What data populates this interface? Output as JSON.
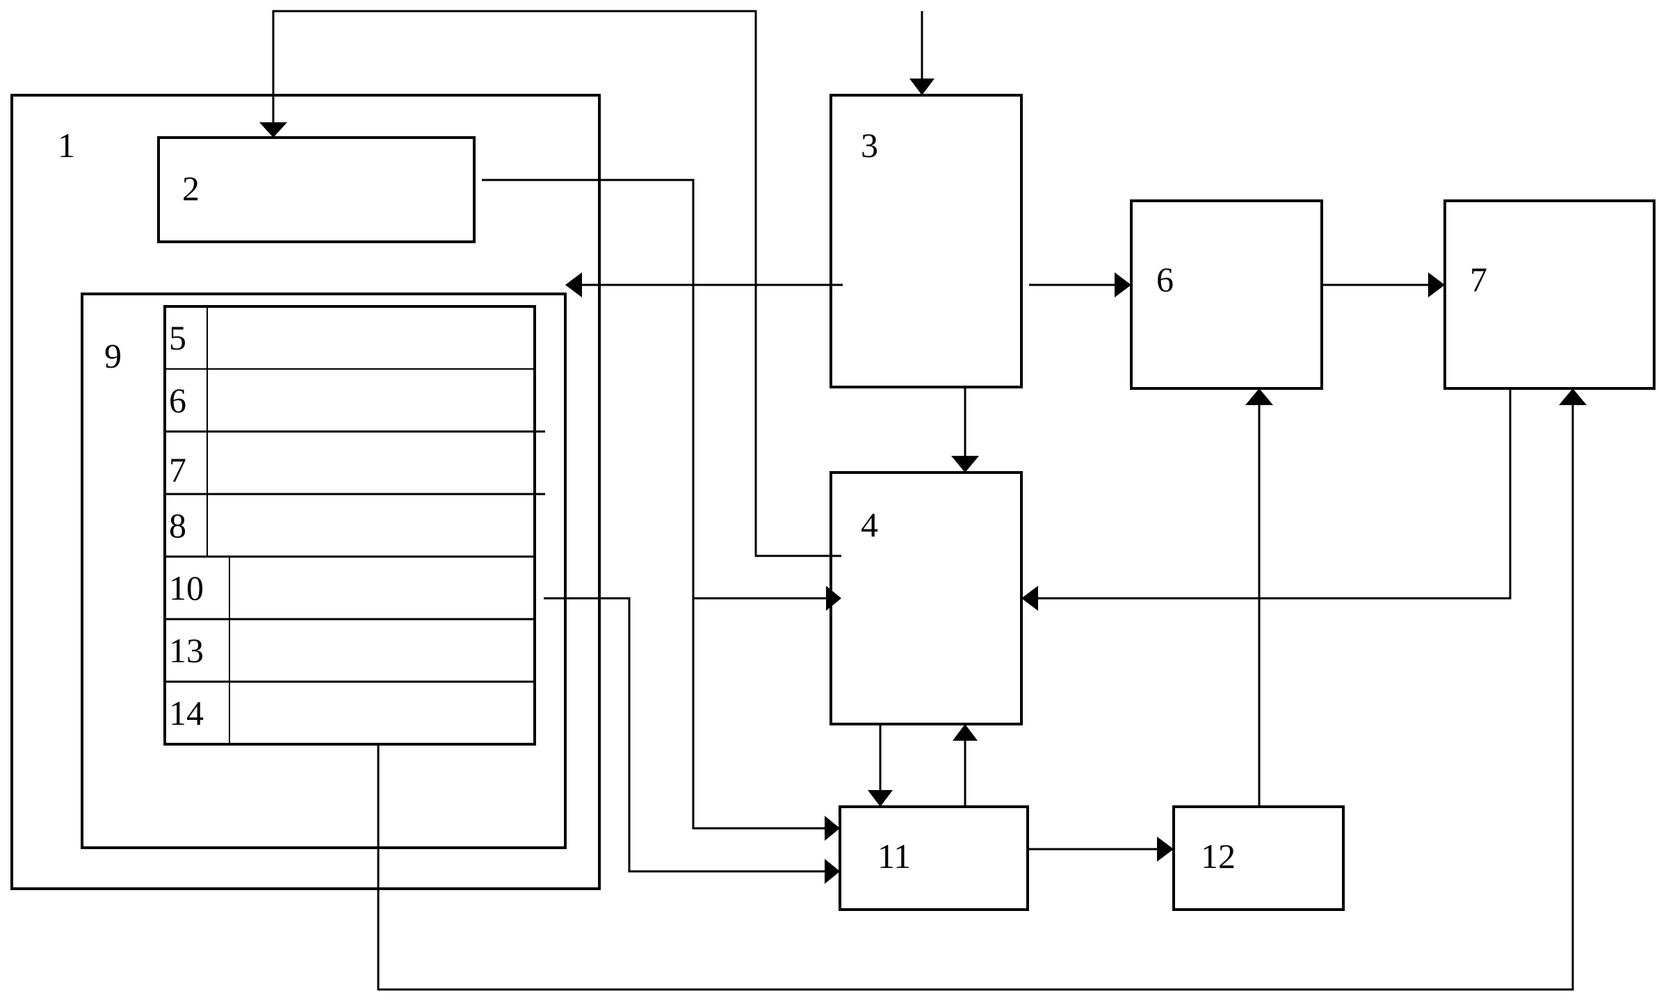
{
  "blocks": {
    "b1": "1",
    "b2": "2",
    "b3": "3",
    "b4": "4",
    "b6": "6",
    "b7": "7",
    "b9": "9",
    "b11": "11",
    "b12": "12"
  },
  "table_rows": [
    "5",
    "6",
    "7",
    "8",
    "10",
    "13",
    "14"
  ]
}
